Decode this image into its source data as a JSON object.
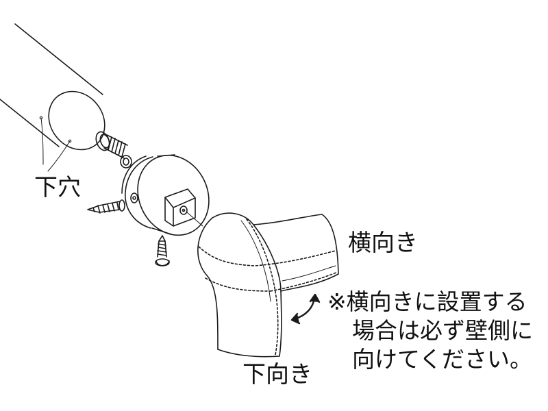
{
  "labels": {
    "lower_hole": "下穴",
    "horizontal": "横向き",
    "downward": "下向き"
  },
  "note": {
    "line1": "※横向きに設置する",
    "line2": "場合は必ず壁側に",
    "line3": "向けてください。"
  },
  "colors": {
    "stroke": "#1a1a1a",
    "background": "#ffffff"
  }
}
